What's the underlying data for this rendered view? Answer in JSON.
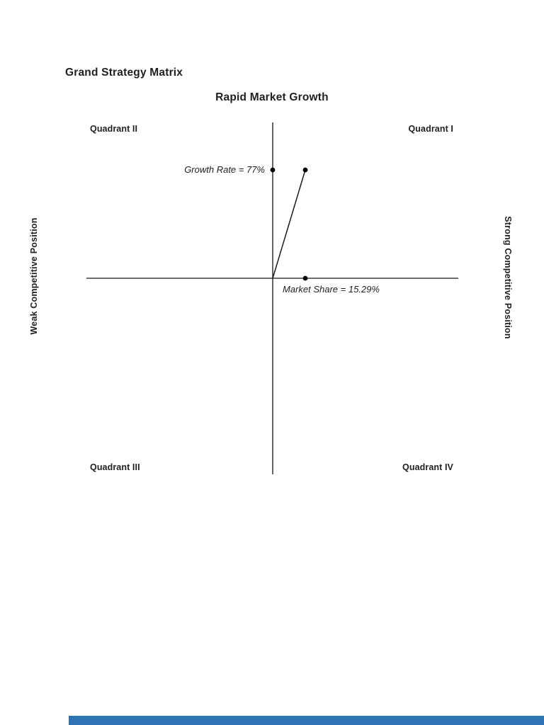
{
  "document": {
    "title": "Grand Strategy Matrix"
  },
  "chart_data": {
    "type": "scatter",
    "title": "Grand Strategy Matrix",
    "axes": {
      "top_label": "Rapid Market Growth",
      "left_label": "Weak Competitive Position",
      "right_label": "Strong Competitive Position",
      "grid": "off"
    },
    "quadrant_labels": {
      "top_left": "Quadrant II",
      "top_right": "Quadrant I",
      "bottom_left": "Quadrant III",
      "bottom_right": "Quadrant IV"
    },
    "annotations": {
      "growth_rate": "Growth Rate = 77%",
      "market_share": "Market Share = 15.29%"
    },
    "series": [
      {
        "name": "Company position vector",
        "points": [
          {
            "market_share_pct": 15.29,
            "growth_rate_pct": 77
          }
        ],
        "origin": {
          "market_share_pct": 0,
          "growth_rate_pct": 0
        }
      }
    ],
    "markers": [
      {
        "name": "growth-rate-axis-marker",
        "on_axis": "vertical",
        "value": 77
      },
      {
        "name": "data-point-marker",
        "x": 15.29,
        "y": 77
      },
      {
        "name": "market-share-axis-marker",
        "on_axis": "horizontal",
        "value": 15.29
      }
    ],
    "colors": {
      "axis": "#3f3f3f",
      "vector_line": "#1a1a1a",
      "marker": "#000000",
      "text": "#1f1f1f"
    }
  },
  "footer": {
    "divider_color": "#2e74b5"
  }
}
